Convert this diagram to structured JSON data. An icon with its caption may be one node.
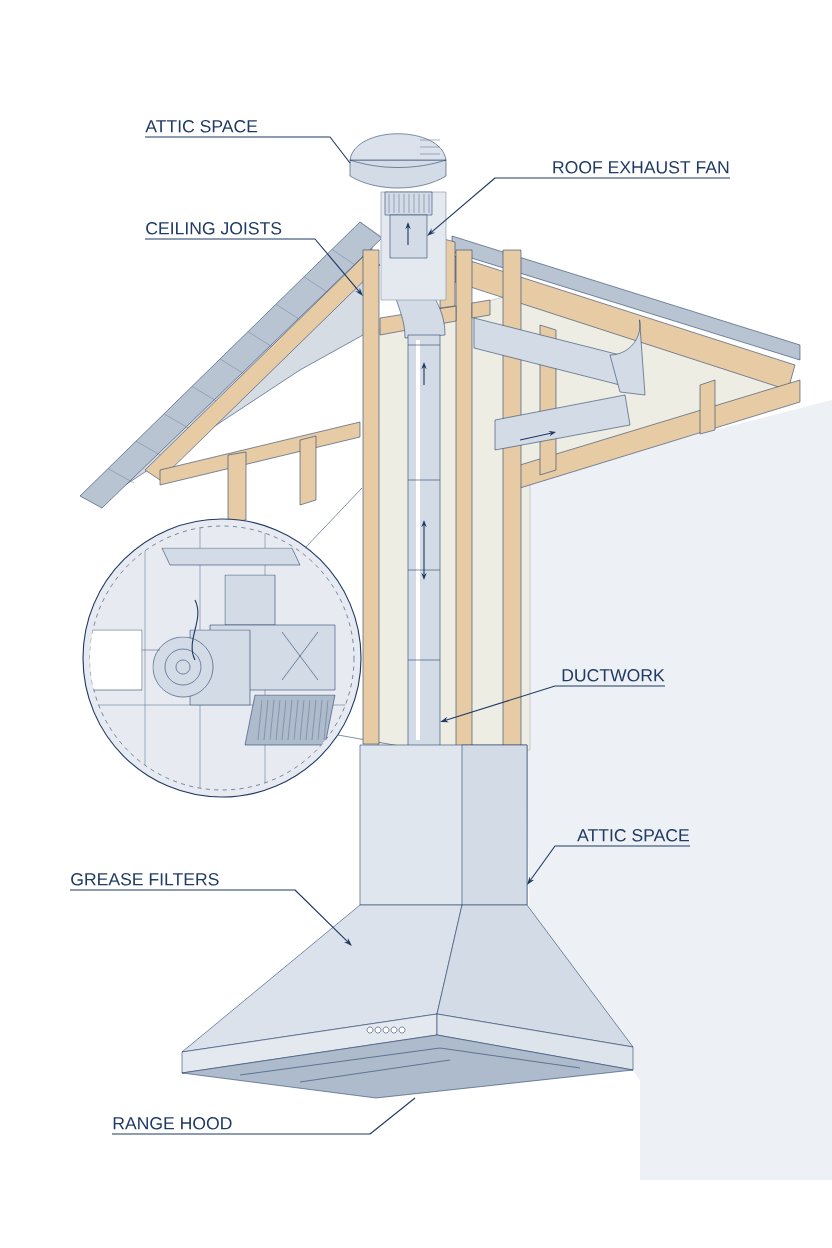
{
  "diagram": {
    "nodes": [
      {
        "text": [
          "ATTIC SPACE"
        ]
      },
      {
        "text": [
          "ROOF EXHAUST FAN"
        ]
      },
      {
        "text": [
          "CEILING JOISTS"
        ]
      },
      {
        "text": [
          "DUCTWORK"
        ]
      },
      {
        "text": [
          "ATTIC SPACE"
        ]
      },
      {
        "text": [
          "GREASE FILTERS"
        ]
      },
      {
        "text": [
          "RANGE HOOD"
        ]
      },
      {
        "text": [],
        "shape": "picture"
      },
      {
        "text": [],
        "shape": "picture"
      },
      {
        "text": [],
        "shape": "bar"
      },
      {
        "text": [],
        "shape": "picture"
      },
      {
        "text": [],
        "shape": "box"
      },
      {
        "text": [],
        "shape": "picture"
      },
      {
        "text": [],
        "shape": "picture"
      }
    ],
    "edges": [
      {
        "from": 0,
        "to": 7,
        "arrow": "none"
      },
      {
        "from": 1,
        "to": 8,
        "arrow": "to"
      },
      {
        "from": 2,
        "to": 9,
        "arrow": "to"
      },
      {
        "from": 3,
        "to": 10,
        "arrow": "to"
      },
      {
        "from": 4,
        "to": 11,
        "arrow": "to"
      },
      {
        "from": 5,
        "to": 12,
        "arrow": "to"
      },
      {
        "from": 6,
        "to": 13,
        "arrow": "none"
      }
    ]
  }
}
